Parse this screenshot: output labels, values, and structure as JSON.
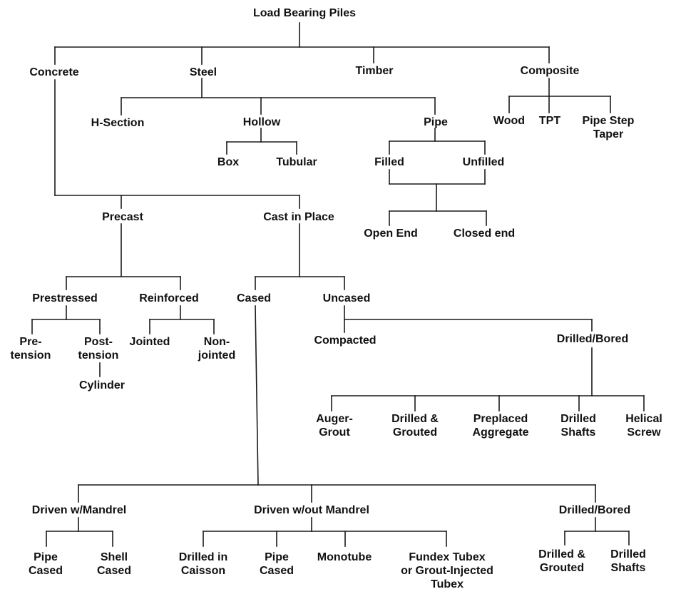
{
  "title": "Load Bearing Piles",
  "categories": {
    "concrete": "Concrete",
    "steel": "Steel",
    "timber": "Timber",
    "composite": "Composite"
  },
  "steel": {
    "h_section": "H-Section",
    "hollow": "Hollow",
    "box": "Box",
    "tubular": "Tubular",
    "pipe": "Pipe",
    "filled": "Filled",
    "unfilled": "Unfilled",
    "open_end": "Open End",
    "closed_end": "Closed end"
  },
  "composite": {
    "wood": "Wood",
    "tpt": "TPT",
    "pipe_step_taper": "Pipe Step\nTaper"
  },
  "concrete": {
    "precast": "Precast",
    "cast_in_place": "Cast in Place",
    "prestressed": "Prestressed",
    "reinforced": "Reinforced",
    "pre_tension": "Pre-\ntension",
    "post_tension": "Post-\ntension",
    "cylinder": "Cylinder",
    "jointed": "Jointed",
    "non_jointed": "Non-\njointed",
    "cased": "Cased",
    "uncased": "Uncased",
    "compacted": "Compacted",
    "drilled_bored": "Drilled/Bored",
    "auger_grout": "Auger-\nGrout",
    "drilled_grouted": "Drilled &\nGrouted",
    "preplaced_aggregate": "Preplaced\nAggregate",
    "drilled_shafts": "Drilled\nShafts",
    "helical_screw": "Helical\nScrew"
  },
  "cased": {
    "driven_mandrel": "Driven w/Mandrel",
    "driven_without_mandrel": "Driven w/out Mandrel",
    "drilled_bored": "Drilled/Bored",
    "pipe_cased_1": "Pipe\nCased",
    "shell_cased": "Shell\nCased",
    "drilled_in_caisson": "Drilled in\nCaisson",
    "pipe_cased_2": "Pipe\nCased",
    "monotube": "Monotube",
    "fundex": "Fundex Tubex\nor Grout-Injected\nTubex",
    "drilled_grouted": "Drilled &\nGrouted",
    "drilled_shafts": "Drilled\nShafts"
  }
}
